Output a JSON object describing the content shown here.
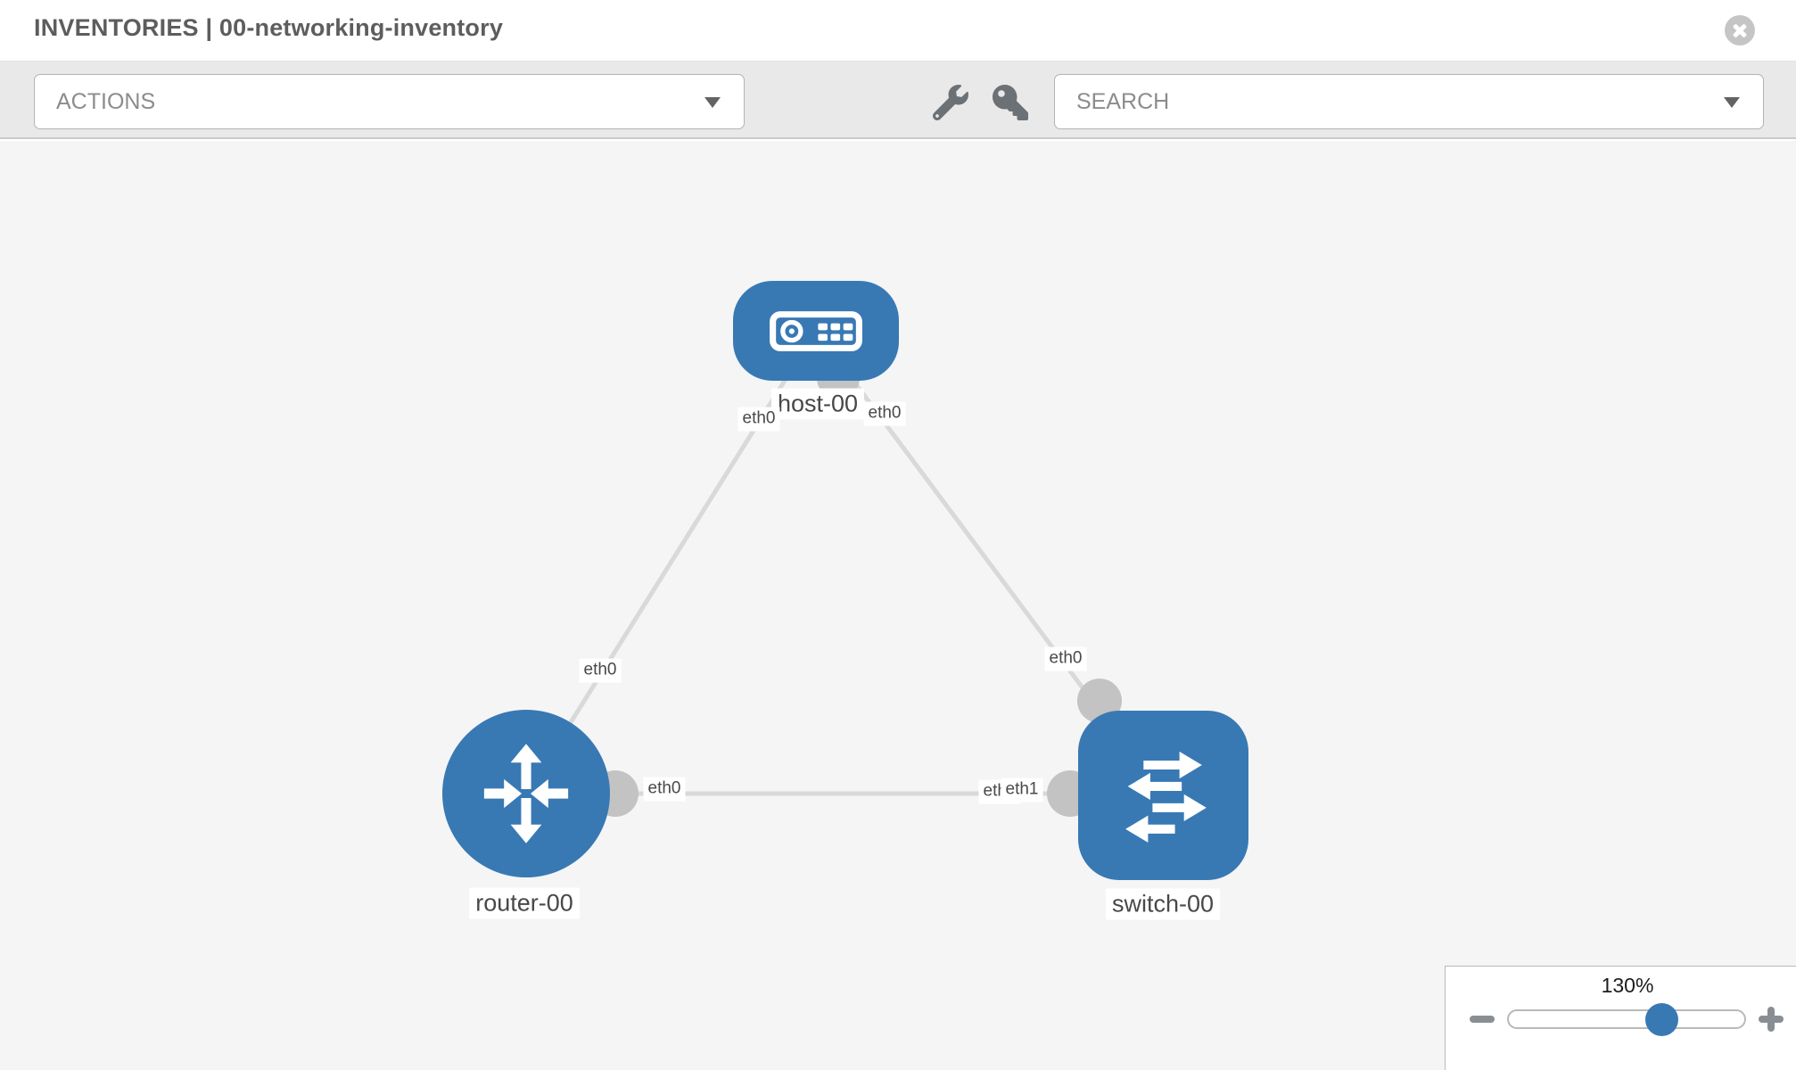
{
  "header": {
    "title": "INVENTORIES | 00-networking-inventory"
  },
  "toolbar": {
    "actions_label": "ACTIONS",
    "search_label": "SEARCH"
  },
  "topology": {
    "nodes": [
      {
        "id": "host-00",
        "label": "host-00",
        "type": "host"
      },
      {
        "id": "router-00",
        "label": "router-00",
        "type": "router"
      },
      {
        "id": "switch-00",
        "label": "switch-00",
        "type": "switch"
      }
    ],
    "links": [
      {
        "source": "host-00",
        "target": "router-00",
        "source_interface": "eth0",
        "target_interface": "eth0"
      },
      {
        "source": "host-00",
        "target": "switch-00",
        "source_interface": "eth0",
        "target_interface": "eth0"
      },
      {
        "source": "router-00",
        "target": "switch-00",
        "source_interface": "eth0",
        "target_interface": "eth1",
        "target_interface_overlapped": "eth0"
      }
    ]
  },
  "zoom_control": {
    "value": "130%"
  },
  "icons": {
    "close": "x-circle",
    "wrench": "wrench",
    "key": "key",
    "actions_caret": "caret-down",
    "search_caret": "caret-down",
    "zoom_minus": "minus",
    "zoom_plus": "plus"
  },
  "colors": {
    "node_blue": "#3879b4",
    "link_gray": "#d9d9d9",
    "endpoint_gray": "#c3c3c3",
    "toolbar_bg": "#e9e9e9",
    "canvas_bg": "#f5f5f5"
  }
}
